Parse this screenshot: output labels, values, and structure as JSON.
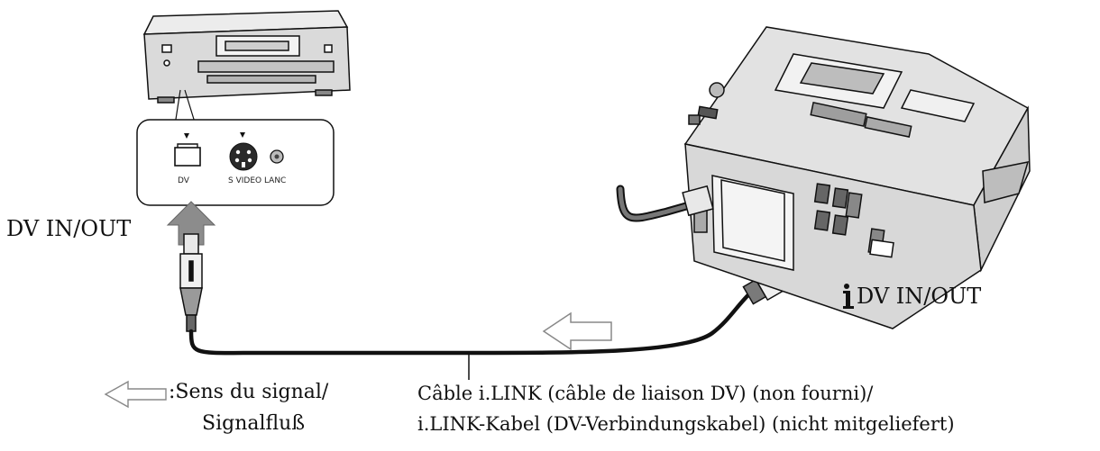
{
  "labels": {
    "vcr_port": "DV IN/OUT",
    "camera_port": "DV IN/OUT",
    "signal_line1": ":Sens du signal/",
    "signal_line2": "Signalfluß",
    "cable_line1": "Câble i.LINK (câble de liaison DV) (non fourni)/",
    "cable_line2": "i.LINK-Kabel (DV-Verbindungskabel) (nicht mitgeliefert)"
  },
  "panel": {
    "dv": "DV",
    "svideo": "S VIDEO LANC"
  },
  "icons": {
    "ilink": "i-link-icon",
    "signal_arrow": "hollow-arrow-icon",
    "connect_arrow": "solid-arrow-icon"
  },
  "colors": {
    "line": "#111111",
    "device_fill": "#e6e6e6",
    "device_dark": "#9a9a9a",
    "arrow_fill": "#8c8c8c"
  }
}
